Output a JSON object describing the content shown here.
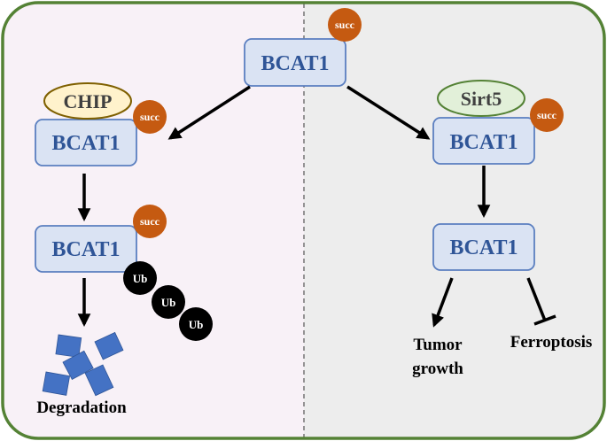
{
  "colors": {
    "frame_border": "#548235",
    "left_panel": "#f8f1f7",
    "right_panel": "#ededed",
    "box_fill": "#dae3f3",
    "box_stroke": "#5b7fc0",
    "box_text": "#2f5597",
    "succ_fill": "#c55a11",
    "ub_fill": "#000000",
    "chip_fill": "#fff2cc",
    "chip_stroke": "#7f6000",
    "sirt5_fill": "#e2f0d9",
    "sirt5_stroke": "#548235",
    "fragment_fill": "#4472c4"
  },
  "labels": {
    "bcat1": "BCAT1",
    "succ": "succ",
    "ub": "Ub",
    "chip": "CHIP",
    "sirt5": "Sirt5",
    "tumor_line1": "Tumor",
    "tumor_line2": "growth",
    "ferroptosis": "Ferroptosis",
    "degradation": "Degradation"
  },
  "icons": {
    "fragments": "degraded-protein-fragments-icon"
  }
}
